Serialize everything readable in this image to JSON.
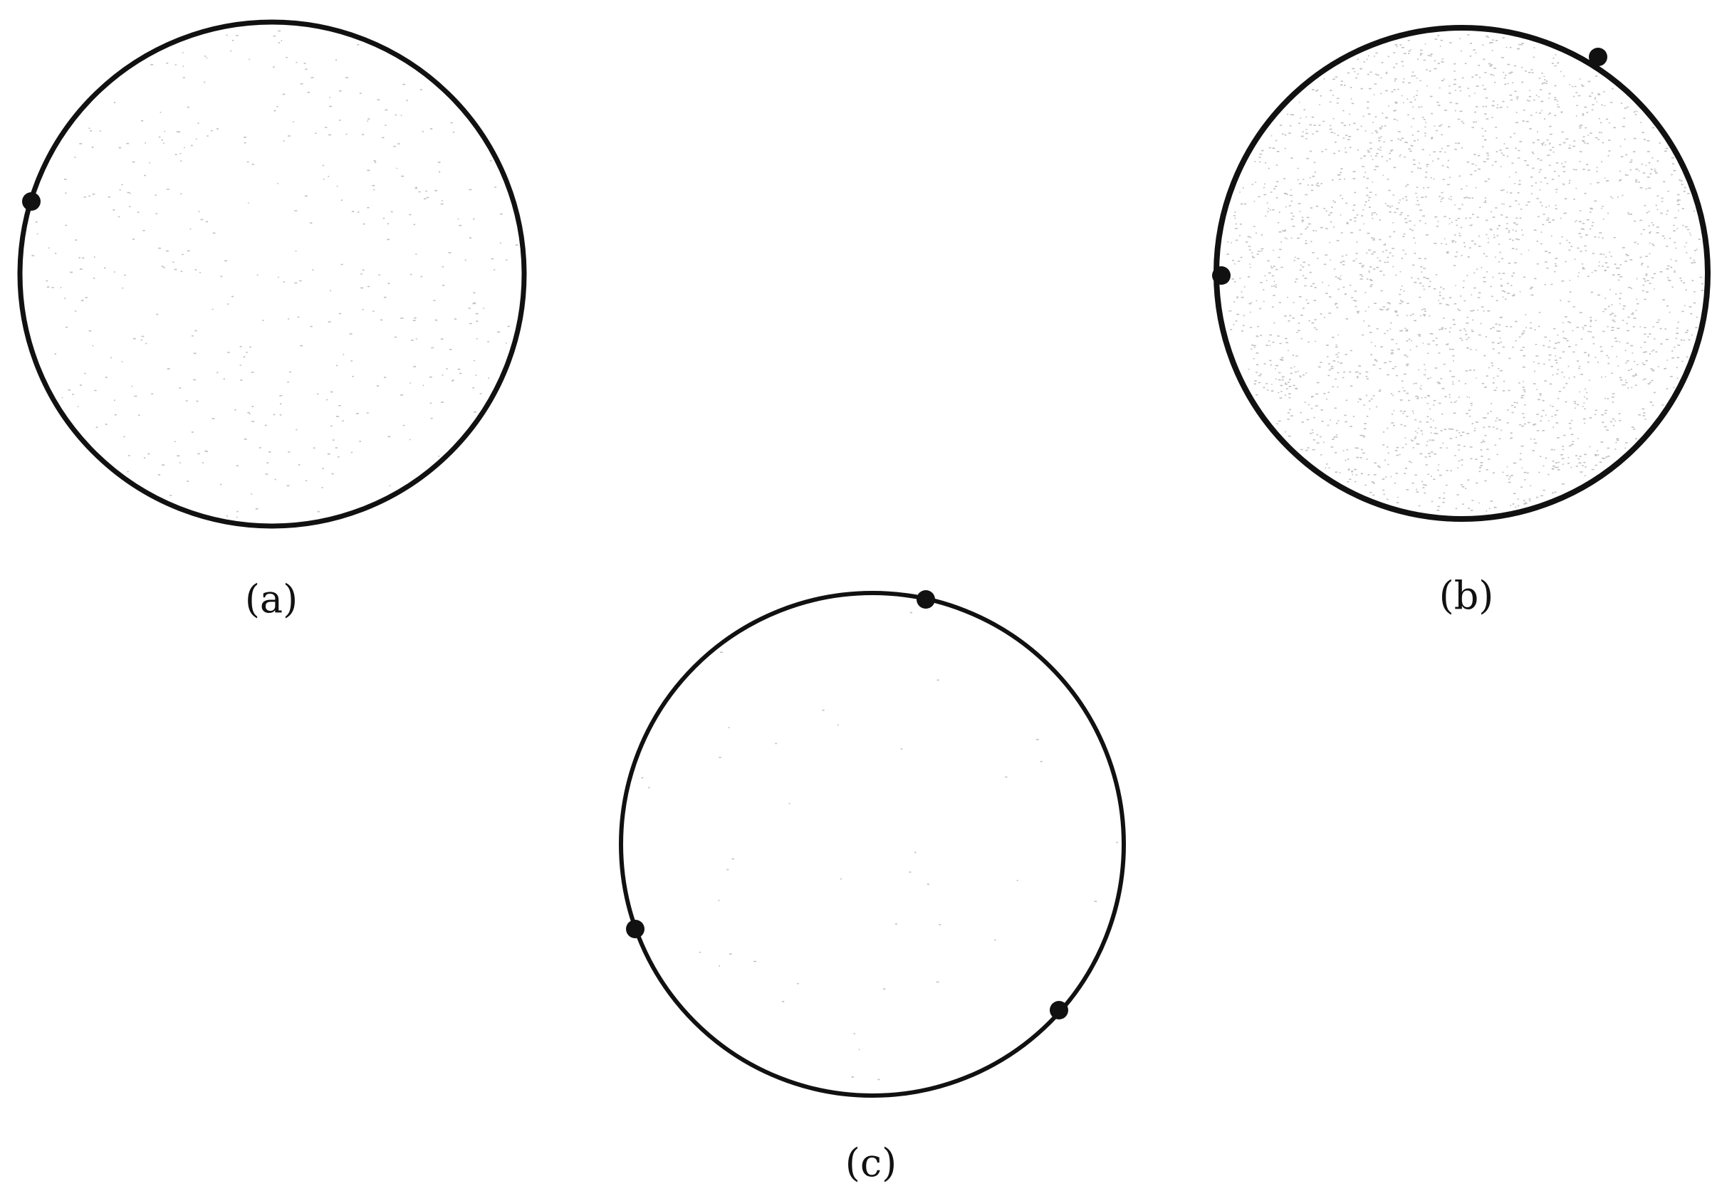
{
  "figure": {
    "panels": [
      {
        "id": "a",
        "caption": "(a)",
        "marked_points": 1
      },
      {
        "id": "b",
        "caption": "(b)",
        "marked_points": 2
      },
      {
        "id": "c",
        "caption": "(c)",
        "marked_points": 3
      }
    ],
    "colors": {
      "stroke": "#111111",
      "background": "#ffffff",
      "speckle": "#8a8a8a"
    }
  }
}
